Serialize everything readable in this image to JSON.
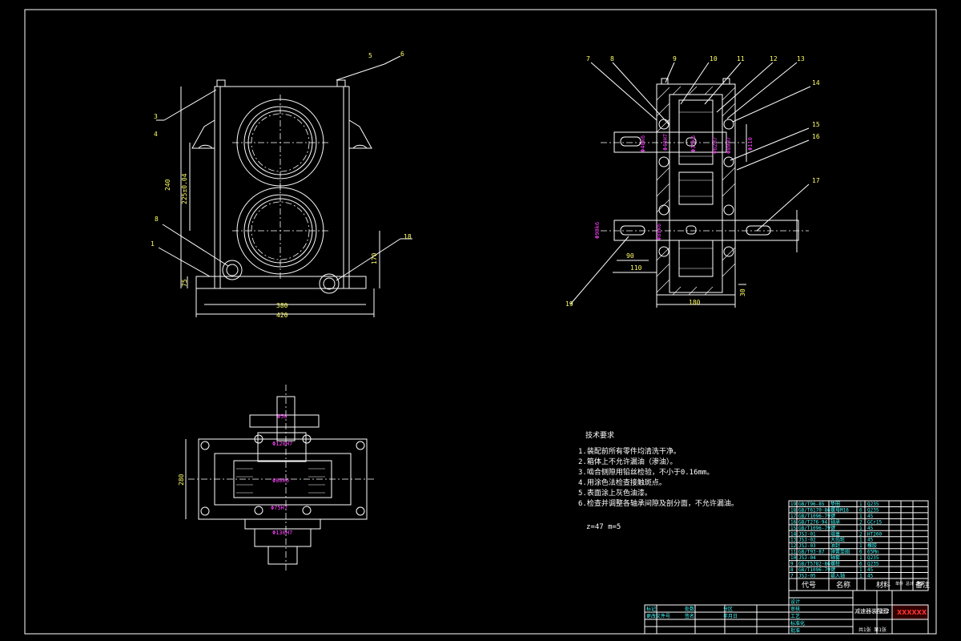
{
  "drawing": {
    "front_view": {
      "dims": {
        "h1": "240",
        "h2": "225±0.04",
        "h3": "75",
        "h4": "170",
        "w1": "380",
        "w2": "420"
      },
      "balloons": [
        "3",
        "4",
        "5",
        "6",
        "8",
        "1",
        "18"
      ]
    },
    "section_view": {
      "dims": {
        "d1": "Φ40k6",
        "d2": "Φ40H7",
        "d3": "Φ35k6",
        "d4": "Φ62H7",
        "d5": "Φ80H7",
        "d6": "Φ110",
        "d7": "Φ90k6",
        "d8": "Φ80k6",
        "l1": "90",
        "l2": "110",
        "l3": "180",
        "l4": "30"
      },
      "balloons": [
        "7",
        "8",
        "9",
        "10",
        "11",
        "12",
        "13",
        "14",
        "15",
        "16",
        "17",
        "19"
      ]
    },
    "top_view": {
      "dims": {
        "d1": "Φ50",
        "d2": "Φ120H7",
        "d3": "Φ80k6",
        "d4": "Φ75H7",
        "d5": "Φ130H7",
        "h": "280"
      }
    },
    "tech_requirements": {
      "title": "技术要求",
      "items": [
        "1.装配前所有零件均清洗干净。",
        "2.箱体上不允许漏油（渗油）。",
        "3.啮合侧隙用铅丝检验，不小于0.16mm。",
        "4.用涂色法检查接触斑点。",
        "5.表面涂上灰色油漆。",
        "6.检查并调整各轴承间隙及剖分面，不允许漏油。"
      ],
      "gear_params": "z=47   m=5"
    },
    "parts_list": {
      "header": {
        "code": "代号",
        "name": "名称",
        "material": "材料",
        "weight": "单件 总计 重量",
        "remark": "备注"
      },
      "rows": [
        {
          "no": "19",
          "code": "GB/T96-85",
          "name": "垫圈",
          "qty": "1",
          "mat": "Q235"
        },
        {
          "no": "18",
          "code": "GB/T6170-86",
          "name": "螺母M16",
          "qty": "6",
          "mat": "Q235"
        },
        {
          "no": "17",
          "code": "GB/T1096-79",
          "name": "键",
          "qty": "1",
          "mat": "45"
        },
        {
          "no": "16",
          "code": "GB/T276-94",
          "name": "轴承",
          "qty": "2",
          "mat": "GCr15"
        },
        {
          "no": "15",
          "code": "GB/T1096-79",
          "name": "键",
          "qty": "1",
          "mat": "45"
        },
        {
          "no": "14",
          "code": "JSJ-01",
          "name": "端盖",
          "qty": "2",
          "mat": "HT200"
        },
        {
          "no": "13",
          "code": "JSJ-02",
          "name": "大齿轮",
          "qty": "1",
          "mat": "45"
        },
        {
          "no": "12",
          "code": "JSJ-03",
          "name": "油封",
          "qty": "1",
          "mat": "橡胶"
        },
        {
          "no": "11",
          "code": "GB/T93-87",
          "name": "弹簧垫圈",
          "qty": "6",
          "mat": "65Mn"
        },
        {
          "no": "10",
          "code": "JSJ-04",
          "name": "轴套",
          "qty": "1",
          "mat": "Q235"
        },
        {
          "no": "9",
          "code": "GB/T5782-86",
          "name": "螺栓",
          "qty": "6",
          "mat": "Q235"
        },
        {
          "no": "8",
          "code": "GB/T1096-79",
          "name": "键",
          "qty": "1",
          "mat": "45"
        },
        {
          "no": "7",
          "code": "JSJ-05",
          "name": "输入轴",
          "qty": "1",
          "mat": "45"
        }
      ]
    },
    "title_block": {
      "company": "XXXXXX",
      "labels": [
        "标记",
        "处数",
        "分区",
        "更改文件号",
        "签名",
        "年月日",
        "设计",
        "审核",
        "工艺",
        "标准化",
        "批准"
      ],
      "drawing_name": "减速器装配图",
      "scale": "1:2",
      "sheet": "共1张 第1张"
    },
    "colors": {
      "line": "#ffffff",
      "dim": "#ffff66",
      "tolerance": "#ff44ff",
      "table": "#44ffff",
      "accent": "#ff3333"
    }
  }
}
